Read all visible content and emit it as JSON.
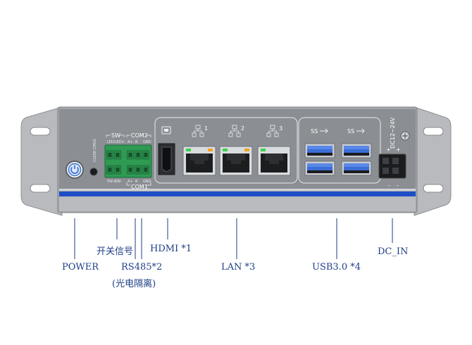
{
  "device": {
    "silkscreen": {
      "clear_cmos": "CLEAR CMOS",
      "sw": "SW",
      "com2": "COM2",
      "com1": "COM1",
      "top_pins": [
        "LED-",
        "LED+",
        "A+",
        "B",
        "GND"
      ],
      "bottom_pins": [
        "SW+",
        "SW-",
        "A+",
        "B",
        "GND"
      ],
      "lan_numbers": [
        "1",
        "2",
        "3"
      ],
      "usb_mark": "SS",
      "dc_voltage": "DC12~24V",
      "dc_plus": "+",
      "dc_minus": "-"
    }
  },
  "callouts": {
    "power": "POWER",
    "switch_signal": "开关信号",
    "rs485": "RS485*2",
    "rs485_note": "(光电隔离)",
    "hdmi": "HDMI *1",
    "lan": "LAN *3",
    "usb": "USB3.0 *4",
    "dc_in": "DC_IN"
  },
  "colors": {
    "chassis": "#a9abae",
    "front_panel": "#8c8f94",
    "blue_stripe": "#1e4fc4",
    "terminal_green": "#2e9a52",
    "usb_blue": "#3b6fd8",
    "callout_text": "#1d3f86"
  }
}
